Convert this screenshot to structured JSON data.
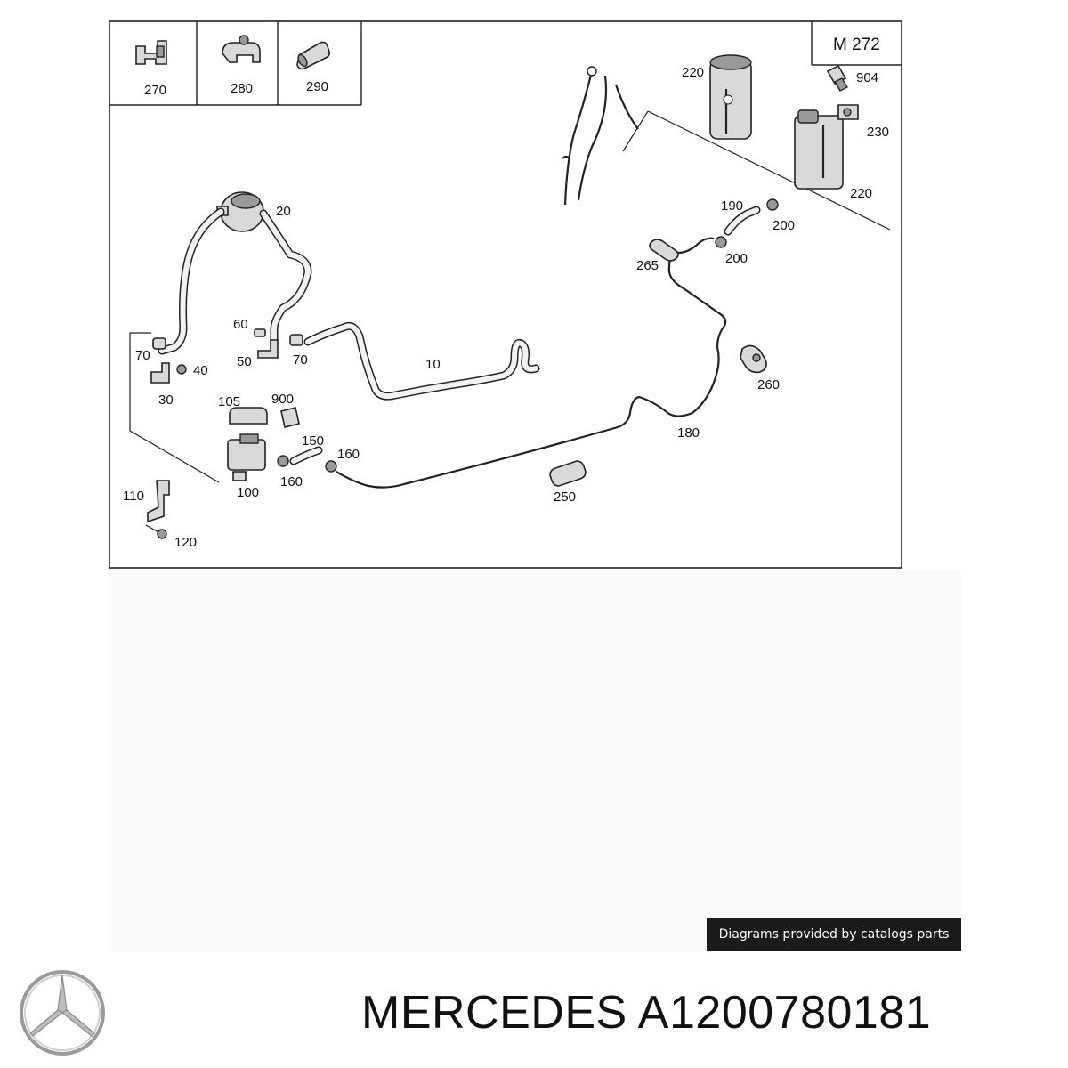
{
  "engine_code": "M 272",
  "inset_parts": [
    "270",
    "280",
    "290"
  ],
  "callouts": {
    "c220a": "220",
    "c904": "904",
    "c230": "230",
    "c220b": "220",
    "c20": "20",
    "c190": "190",
    "c200a": "200",
    "c265": "265",
    "c200b": "200",
    "c60": "60",
    "c70a": "70",
    "c40": "40",
    "c50": "50",
    "c70b": "70",
    "c10": "10",
    "c30": "30",
    "c260": "260",
    "c105": "105",
    "c900": "900",
    "c150": "150",
    "c160a": "160",
    "c180": "180",
    "c160b": "160",
    "c100": "100",
    "c110": "110",
    "c250": "250",
    "c120": "120"
  },
  "credit": "Diagrams provided by catalogs parts",
  "brand": "MERCEDES",
  "part_number": "A1200780181"
}
